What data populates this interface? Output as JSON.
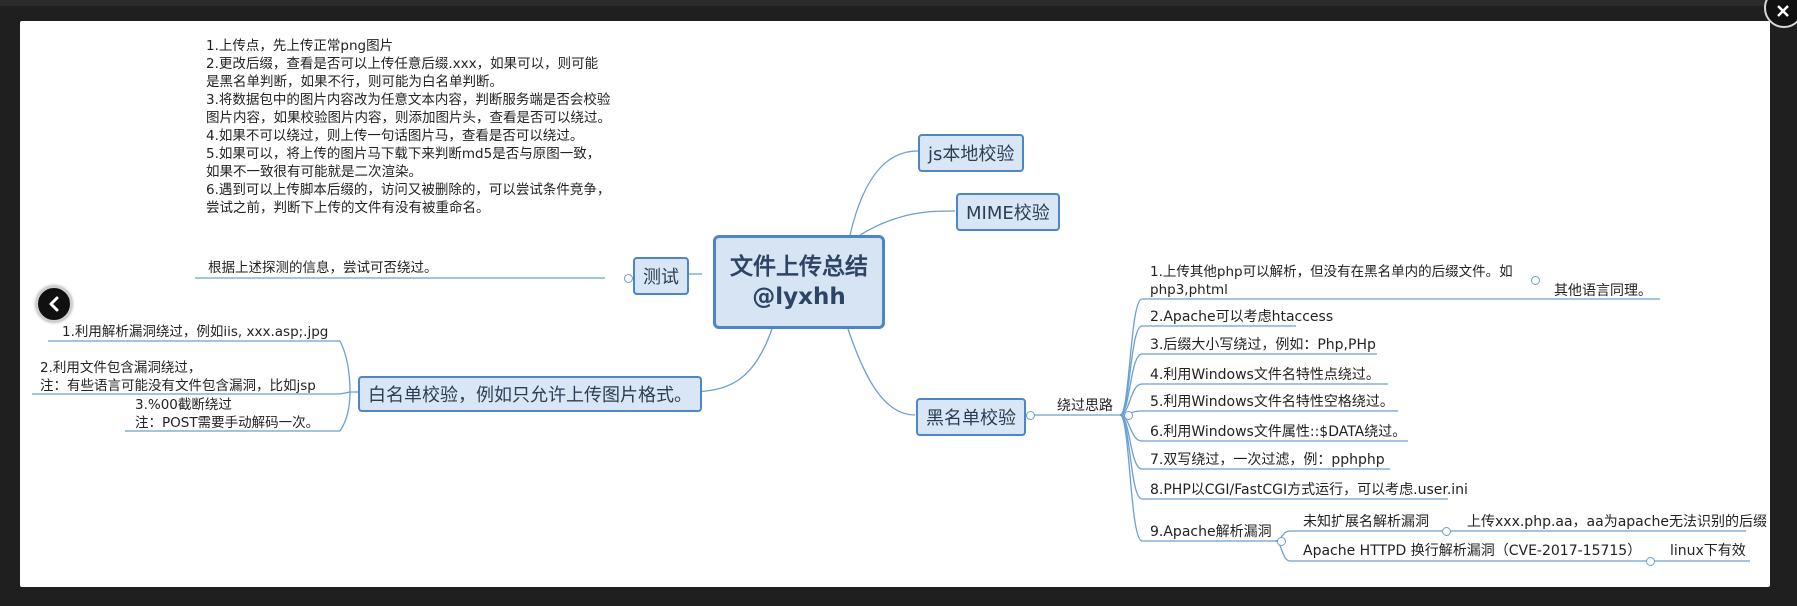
{
  "root": {
    "line1": "文件上传总结",
    "line2": "@lyxhh"
  },
  "branches": {
    "js": "js本地校验",
    "mime": "MIME校验",
    "test": "测试",
    "whitelist": "白名单校验，例如只允许上传图片格式。",
    "blacklist": "黑名单校验"
  },
  "test": {
    "steps": [
      "1.上传点，先上传正常png图片",
      "2.更改后缀，查看是否可以上传任意后缀.xxx，如果可以，则可能是黑名单判断，如果不行，则可能为白名单判断。",
      "3.将数据包中的图片内容改为任意文本内容，判断服务端是否会校验图片内容，如果校验图片内容，则添加图片头，查看是否可以绕过。",
      "4.如果不可以绕过，则上传一句话图片马，查看是否可以绕过。",
      "5.如果可以，将上传的图片马下载下来判断md5是否与原图一致，如果不一致很有可能就是二次渲染。",
      "6.遇到可以上传脚本后缀的，访问又被删除的，可以尝试条件竞争，尝试之前，判断下上传的文件有没有被重命名。"
    ],
    "summary": "根据上述探测的信息，尝试可否绕过。"
  },
  "whitelist": {
    "items": [
      "1.利用解析漏洞绕过，例如iis, xxx.asp;.jpg",
      "2.利用文件包含漏洞绕过，\n注：有些语言可能没有文件包含漏洞，比如jsp",
      "3.%00截断绕过\n注：POST需要手动解码一次。"
    ]
  },
  "blacklist": {
    "bypass_label": "绕过思路",
    "items": [
      "1.上传其他php可以解析，但没有在黑名单内的后缀文件。如php3,phtml",
      "2.Apache可以考虑htaccess",
      "3.后缀大小写绕过，例如：Php,PHp",
      "4.利用Windows文件名特性点绕过。",
      "5.利用Windows文件名特性空格绕过。",
      "6.利用Windows文件属性::$DATA绕过。",
      "7.双写绕过，一次过滤，例：pphphp",
      "8.PHP以CGI/FastCGI方式运行，可以考虑.user.ini",
      "9.Apache解析漏洞"
    ],
    "item1_note": "其他语言同理。",
    "apache_sub": [
      {
        "label": "未知扩展名解析漏洞",
        "note": "上传xxx.php.aa，aa为apache无法识别的后缀"
      },
      {
        "label": "Apache HTTPD 换行解析漏洞（CVE-2017-15715）",
        "note": "linux下有效"
      }
    ]
  },
  "colors": {
    "line": "#6a9fd4",
    "node_border": "#4d86c5",
    "node_fill": "#d9e6f5"
  }
}
